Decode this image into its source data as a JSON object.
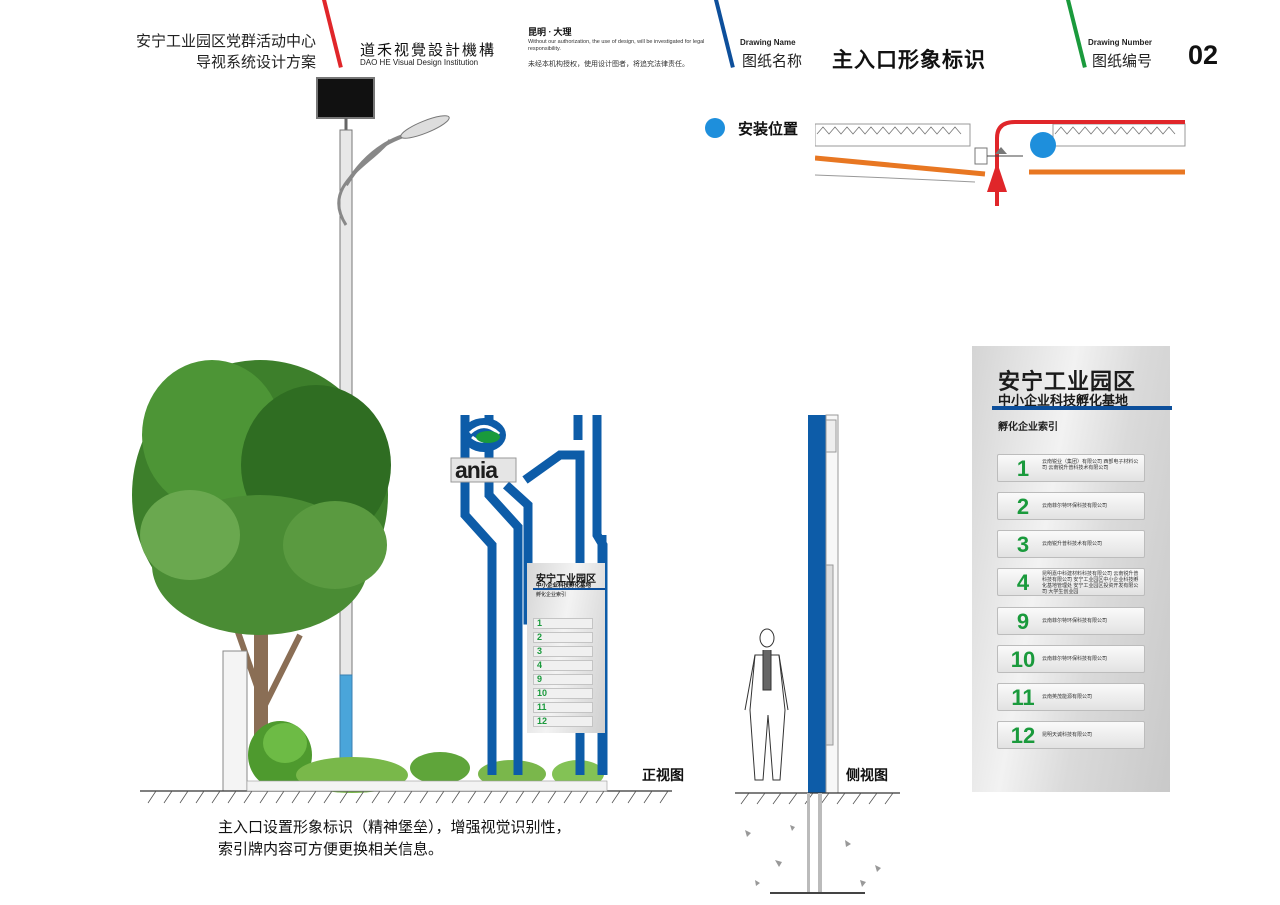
{
  "header": {
    "project_title": [
      "安宁工业园区党群活动中心",
      "导视系统设计方案"
    ],
    "studio_cn": "道禾视覺設計機構",
    "studio_en": "DAO HE Visual Design Institution",
    "location": "昆明 · 大理",
    "notice_en": "Without our authorization, the use of design, will be investigated for legal responsibility.",
    "notice_cn": "未经本机构授权，使用设计图者，将追究法律责任。",
    "drawing_name_en": "Drawing Name",
    "drawing_name_cn": "图纸名称",
    "drawing_name_value": "主入口形象标识",
    "drawing_number_en": "Drawing Number",
    "drawing_number_cn": "图纸编号",
    "drawing_number_value": "02",
    "accent_colors": {
      "red": "#e0262a",
      "blue": "#0d4f9b",
      "green": "#1a9a3c"
    }
  },
  "legend": {
    "install_label": "安装位置",
    "install_color": "#1e8fdc"
  },
  "logo_text": "ania",
  "views": {
    "front_label": "正视图",
    "side_label": "侧视图"
  },
  "caption": [
    "主入口设置形象标识（精神堡垒），增强视觉识别性，",
    "索引牌内容可方便更换相关信息。"
  ],
  "sign": {
    "title": "安宁工业园区",
    "subtitle": "中小企业科技孵化基地",
    "index_label": "孵化企业索引",
    "rows": [
      {
        "num": "1",
        "text": "云南锐业（集团）有限公司 西部电子材料公司 云南锐升普科技术有限公司"
      },
      {
        "num": "2",
        "text": "云南菲尔特环保科技有限公司"
      },
      {
        "num": "3",
        "text": "云南锐升普科技术有限公司"
      },
      {
        "num": "4",
        "text": "昆明嘉中科建材料科技有限公司 云南锐升普科技有限公司 安宁工业园区中小企业科技孵化基地管理处 安宁工业园区投资开发有限公司 大学生创业园"
      },
      {
        "num": "9",
        "text": "云南菲尔特环保科技有限公司"
      },
      {
        "num": "10",
        "text": "云南菲尔特环保科技有限公司"
      },
      {
        "num": "11",
        "text": "云南英茂能源有限公司"
      },
      {
        "num": "12",
        "text": "昆明天诚科技有限公司"
      }
    ]
  }
}
